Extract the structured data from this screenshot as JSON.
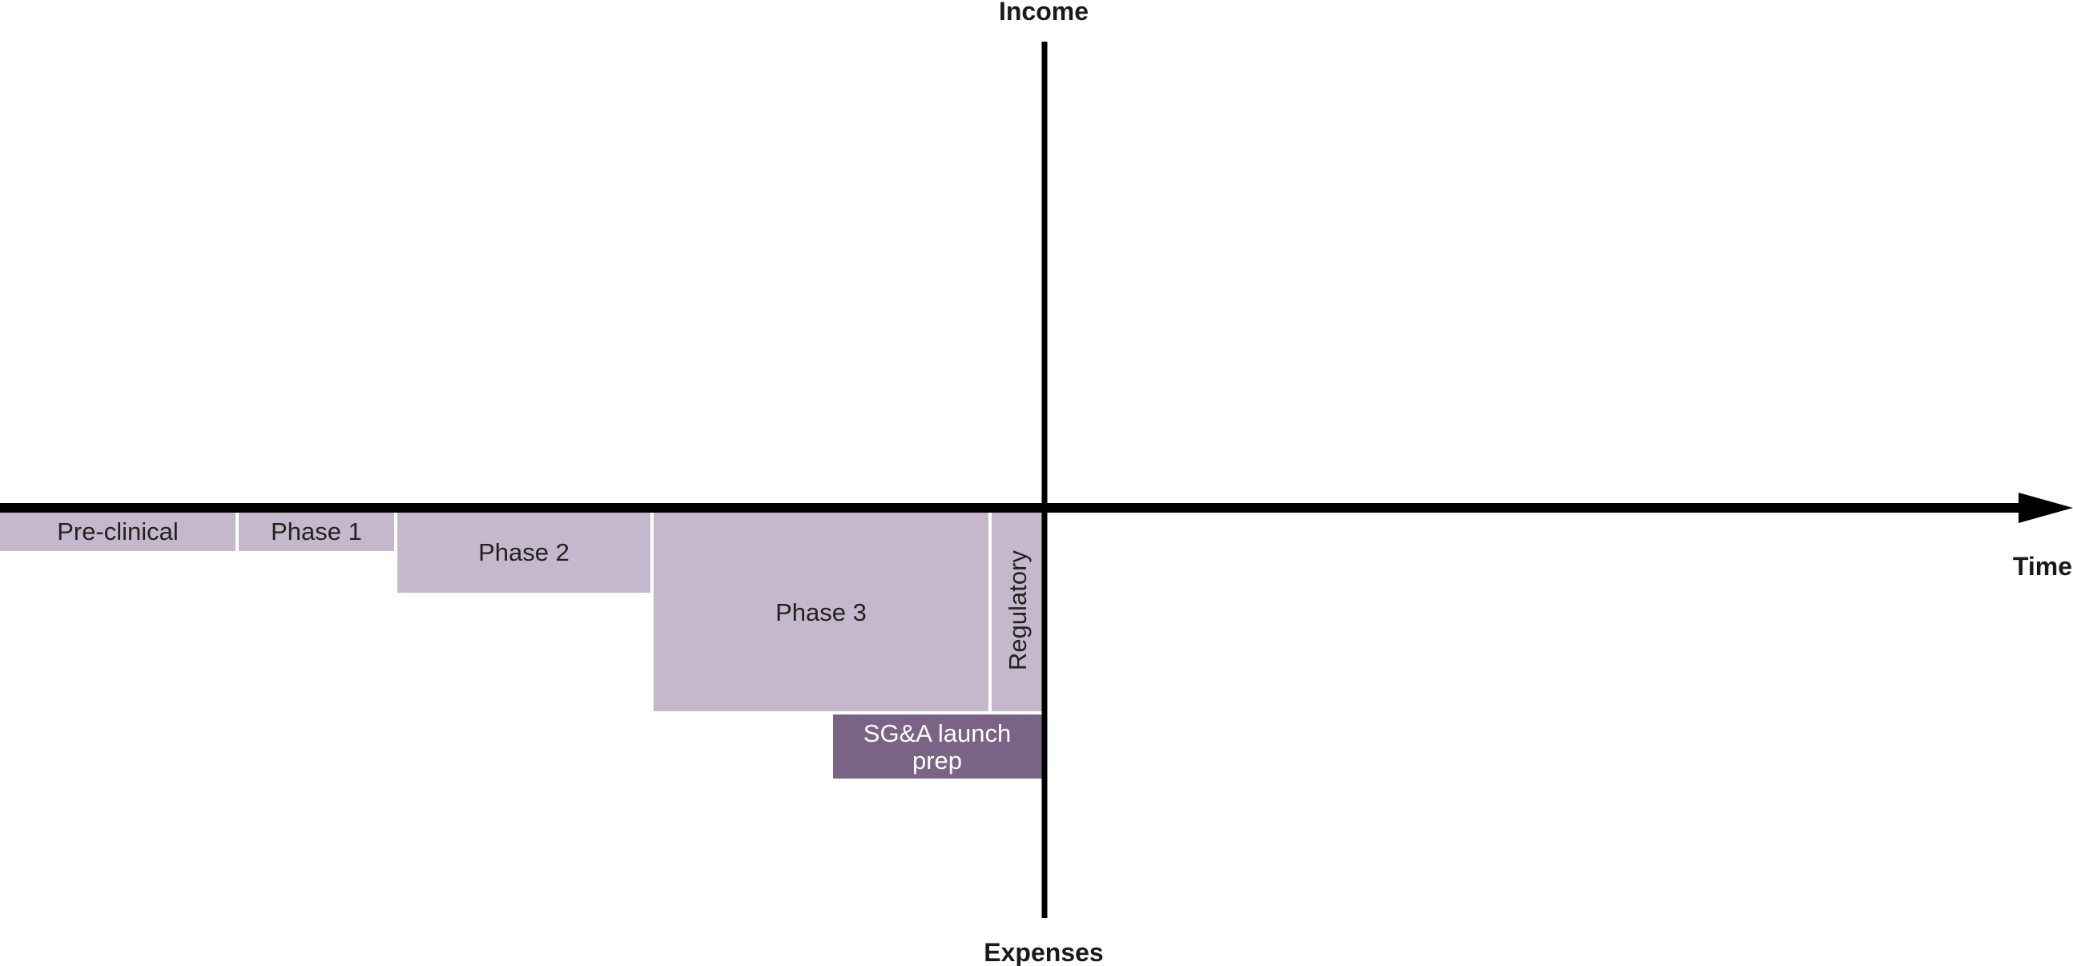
{
  "axes": {
    "y_top_label": "Income",
    "y_bottom_label": "Expenses",
    "x_label": "Time"
  },
  "blocks": {
    "preclinical": "Pre-clinical",
    "phase1": "Phase 1",
    "phase2": "Phase 2",
    "phase3": "Phase 3",
    "regulatory": "Regulatory",
    "sga_line1": "SG&A launch",
    "sga_line2": "prep"
  },
  "colors": {
    "phase_fill": "#c6b8cc",
    "launch_fill": "#7a6384",
    "axis": "#000000"
  }
}
